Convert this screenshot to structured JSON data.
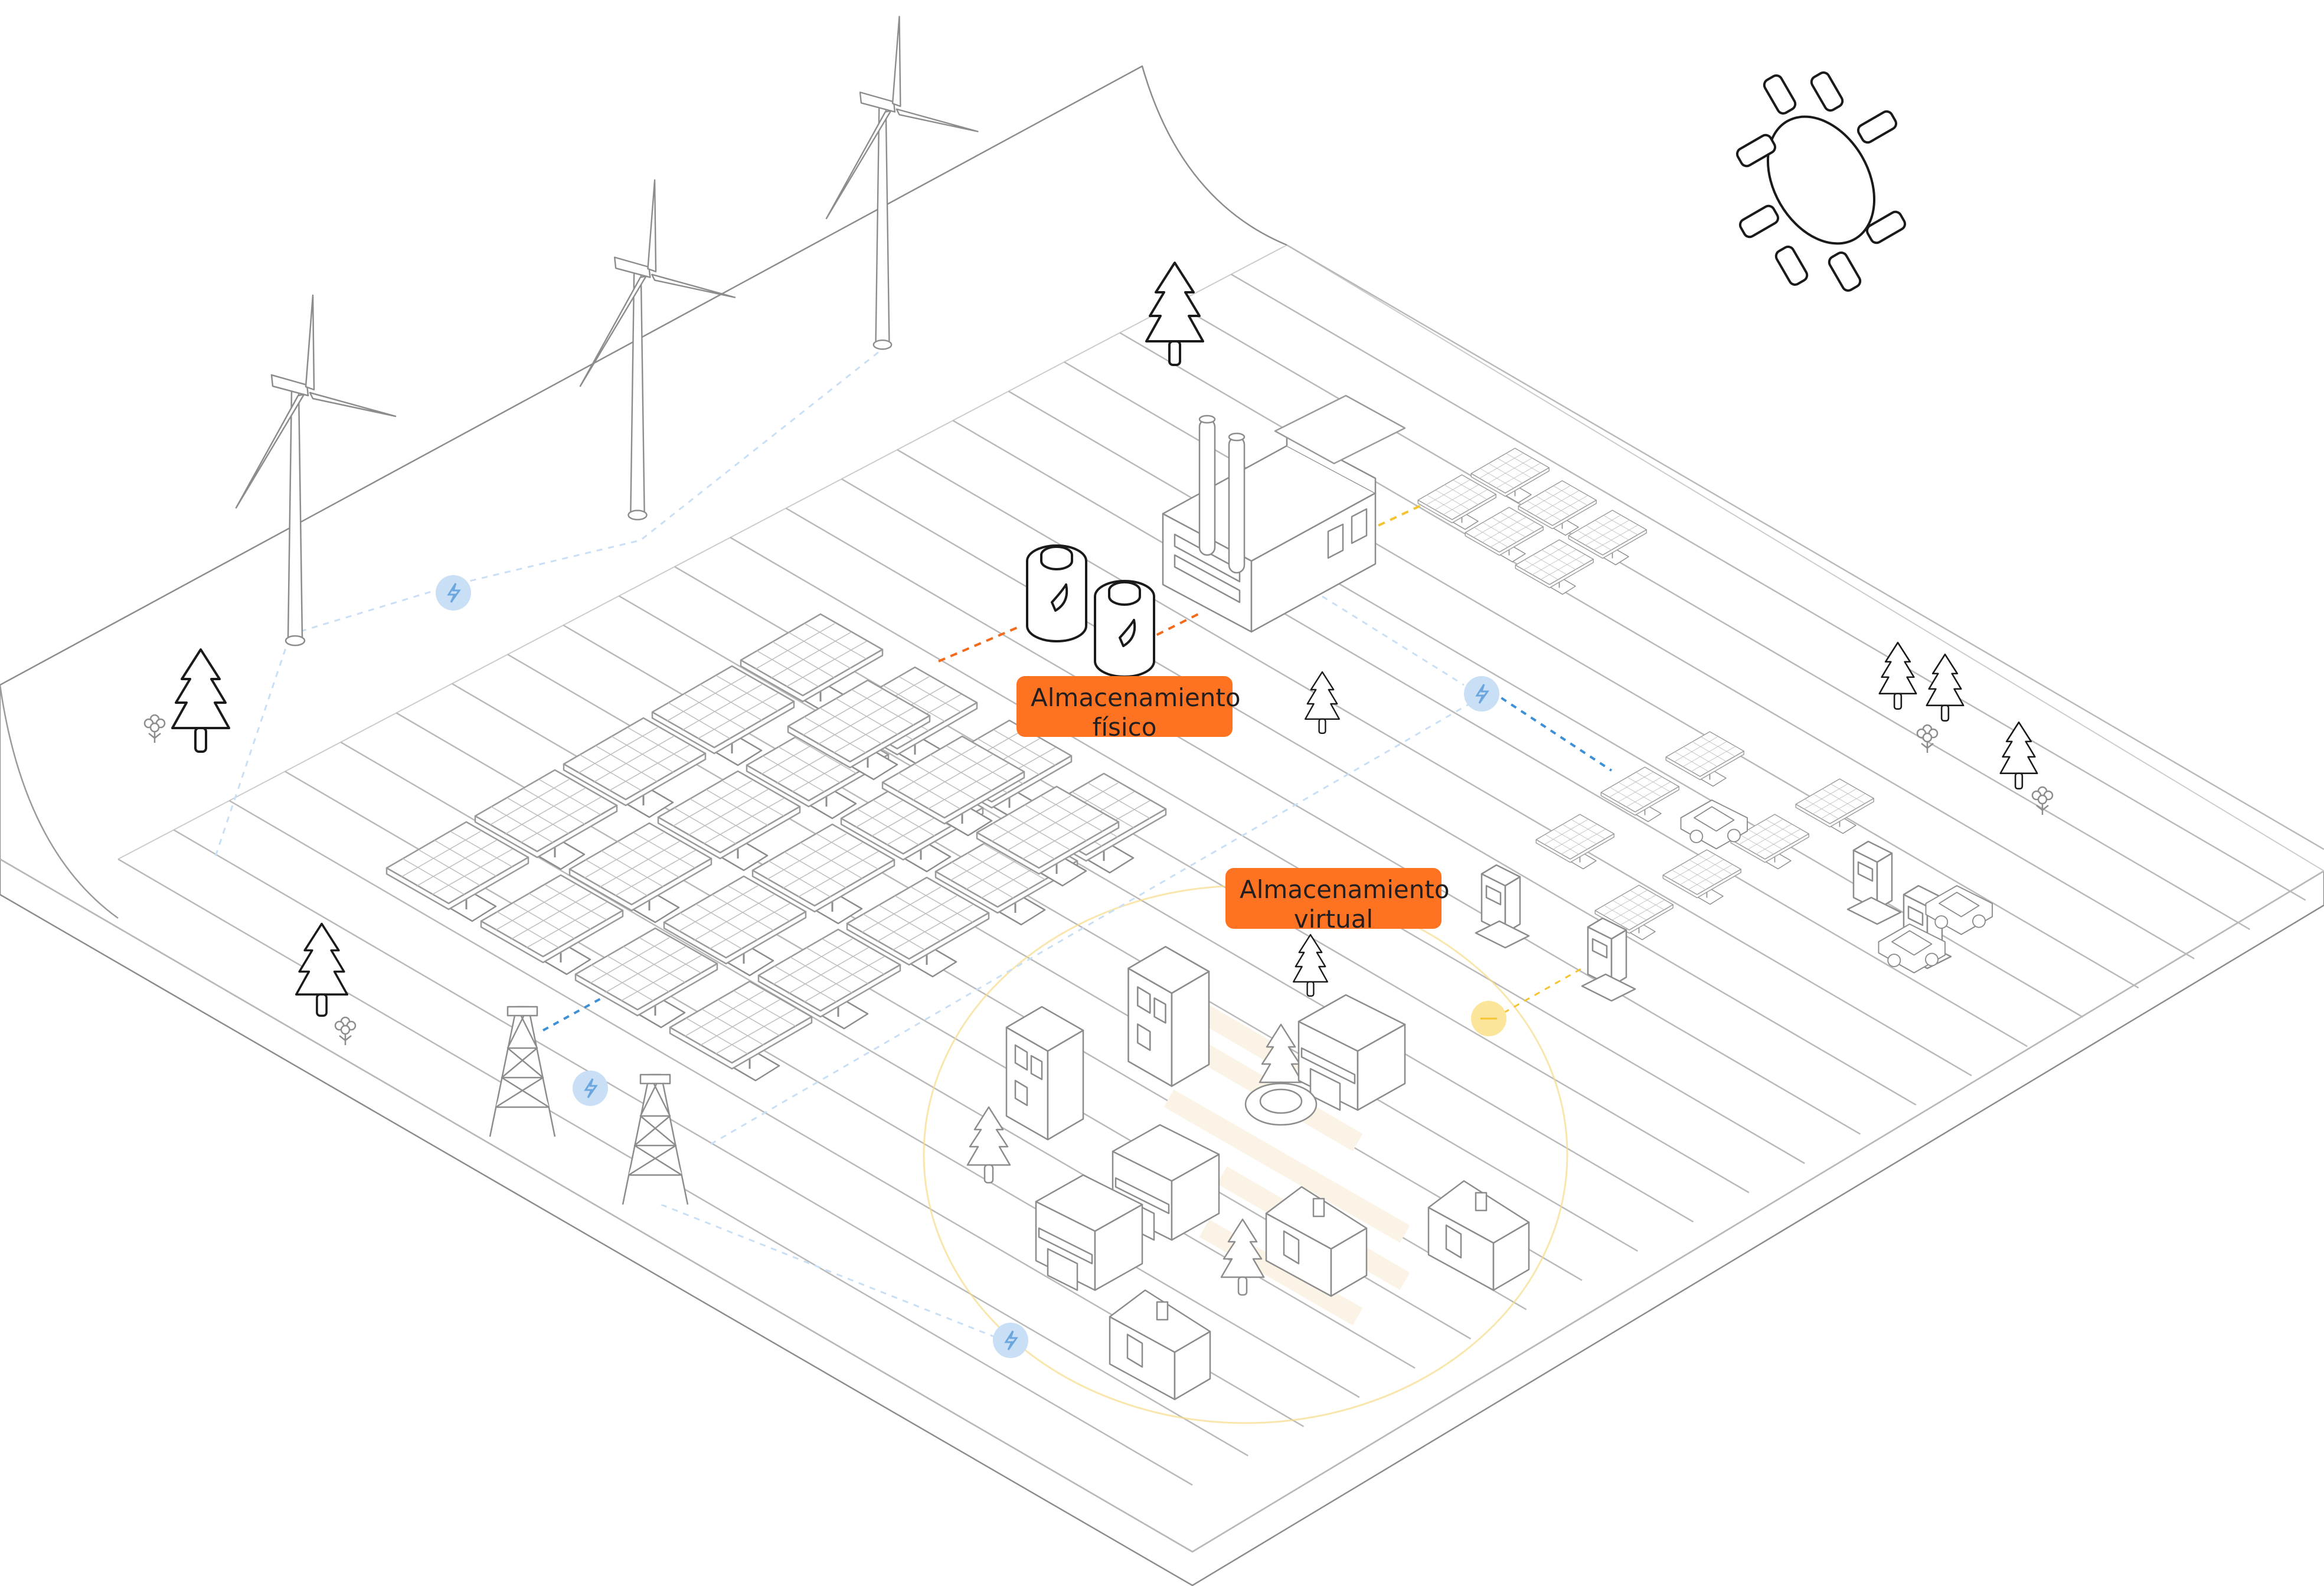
{
  "labels": {
    "physical_storage": {
      "line1": "Almacenamiento",
      "line2": "físico"
    },
    "virtual_storage": {
      "line1": "Almacenamiento",
      "line2": "virtual"
    }
  },
  "colors": {
    "label_background": "#fe7321",
    "label_text": "#231f20",
    "outline": "#8c8c8c",
    "grid_line": "#b9b9b9",
    "energy_flow_blue": "#3d8fd6",
    "energy_node_blue": "#c9dff5",
    "energy_flow_orange": "#f26a1b",
    "energy_flow_yellow": "#f4c430",
    "virtual_zone_ring": "#f7dc8a"
  },
  "icons": {
    "sun": "sun-icon",
    "wind_turbine": "wind-turbine-icon",
    "tree": "tree-icon",
    "flower": "flower-icon",
    "solar_panel": "solar-panel-icon",
    "factory": "factory-icon",
    "battery": "battery-icon",
    "transmission_tower": "transmission-tower-icon",
    "energy_node": "lightning-node-icon",
    "ev_charger": "ev-charger-icon",
    "car": "car-icon",
    "house": "house-icon",
    "shop": "shop-icon",
    "apartment": "apartment-building-icon"
  }
}
